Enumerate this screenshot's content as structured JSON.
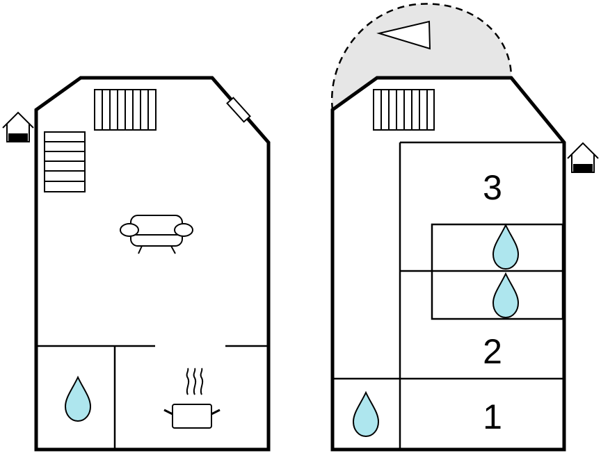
{
  "plan": {
    "rooms": {
      "room_1": {
        "label": "1"
      },
      "room_2": {
        "label": "2"
      },
      "room_3": {
        "label": "3"
      }
    },
    "icons": [
      "house-entrance-icon",
      "stairs-icon",
      "sofa-icon",
      "water-drop-icon",
      "cooking-pot-icon",
      "radiator-icon",
      "terrace-icon",
      "direction-arrow-icon",
      "window-icon"
    ],
    "colors": {
      "wall": "#000000",
      "water": "#aee6ee",
      "terrace": "#e6e6e6",
      "background": "#ffffff"
    }
  }
}
